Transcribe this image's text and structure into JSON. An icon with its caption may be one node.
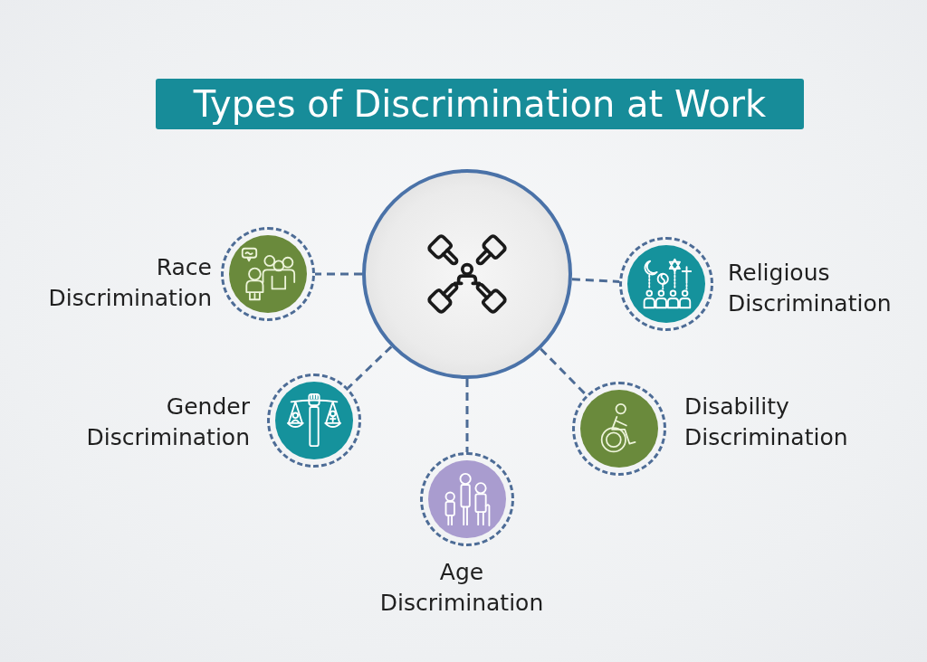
{
  "diagram": {
    "title": "Types of Discrimination at Work",
    "nodes": [
      {
        "text": [],
        "shape": "circle"
      },
      {
        "text": [],
        "shape": "circle",
        "beside": [
          "Race Discrimination"
        ]
      },
      {
        "text": [],
        "shape": "circle",
        "beside": [
          "Religious Discrimination"
        ]
      },
      {
        "text": [],
        "shape": "circle",
        "beside": [
          "Gender Discrimination"
        ]
      },
      {
        "text": [],
        "shape": "circle",
        "beside": [
          "Disability Discrimination"
        ]
      },
      {
        "text": [],
        "shape": "circle",
        "beside": [
          "Age Discrimination"
        ]
      }
    ],
    "edges": [
      {
        "from": 0,
        "to": 1,
        "arrow": "none",
        "style": "dashed"
      },
      {
        "from": 0,
        "to": 2,
        "arrow": "none",
        "style": "dashed"
      },
      {
        "from": 0,
        "to": 3,
        "arrow": "none",
        "style": "dashed"
      },
      {
        "from": 0,
        "to": 4,
        "arrow": "none",
        "style": "dashed"
      },
      {
        "from": 0,
        "to": 5,
        "arrow": "none",
        "style": "dashed"
      }
    ]
  }
}
